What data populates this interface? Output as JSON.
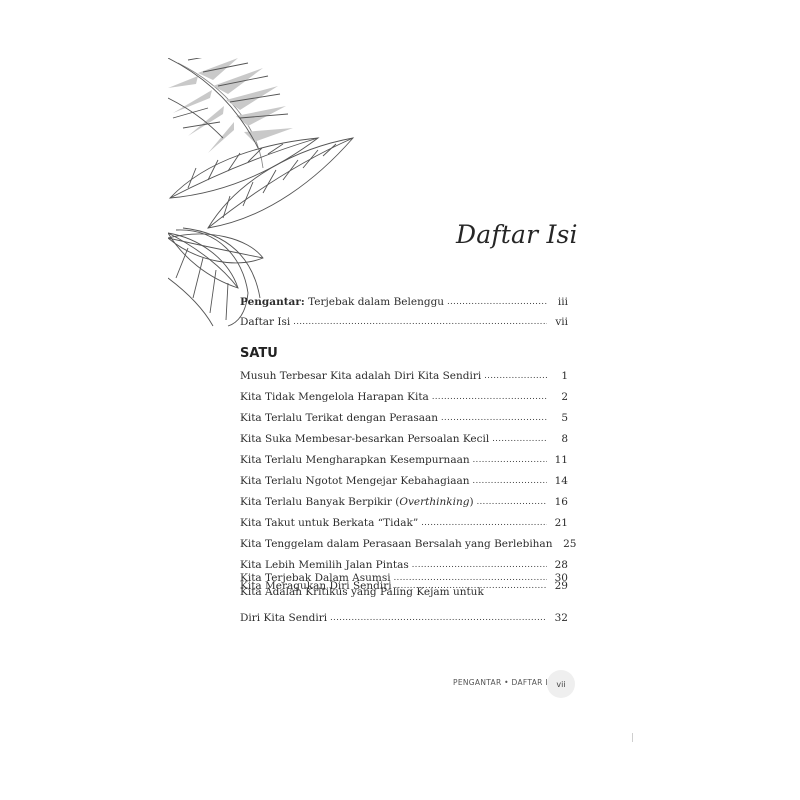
{
  "title": "Daftar Isi",
  "front_entries": [
    {
      "label_bold": "Pengantar:",
      "label": " Terjebak dalam Belenggu",
      "page": "iii"
    },
    {
      "label": "Daftar Isi",
      "page": "vii"
    }
  ],
  "section": "SATU",
  "entries": [
    {
      "label": "Musuh Terbesar Kita adalah Diri Kita Sendiri",
      "page": "1"
    },
    {
      "label": "Kita Tidak Mengelola Harapan Kita",
      "page": "2"
    },
    {
      "label": "Kita Terlalu Terikat dengan Perasaan",
      "page": "5"
    },
    {
      "label": "Kita Suka Membesar-besarkan Persoalan Kecil",
      "page": "8"
    },
    {
      "label": "Kita Terlalu Mengharapkan Kesempurnaan",
      "page": "11"
    },
    {
      "label": "Kita Terlalu Ngotot Mengejar Kebahagiaan",
      "page": "14"
    },
    {
      "label": "Kita Terlalu Banyak Berpikir (",
      "label_italic": "Overthinking",
      "label_after": ")",
      "page": "16"
    },
    {
      "label": "Kita Takut untuk Berkata “Tidak”",
      "page": "21"
    },
    {
      "label": "Kita Tenggelam dalam Perasaan Bersalah yang Berlebihan",
      "page": "25"
    },
    {
      "label": "Kita Lebih Memilih Jalan Pintas",
      "page": "28"
    },
    {
      "label": "Kita Meragukan Diri Sendiri",
      "page": "29"
    },
    {
      "label": "Kita Terjebak Dalam Asumsi",
      "page": "30"
    }
  ],
  "last_entry": {
    "line1": "Kita Adalah Kritikus yang Paling Kejam untuk",
    "line2": "Diri Kita Sendiri",
    "page": "32"
  },
  "footer": "PENGANTAR • DAFTAR ISI",
  "page_number": "vii",
  "decoration": "palm-leaves-illustration"
}
